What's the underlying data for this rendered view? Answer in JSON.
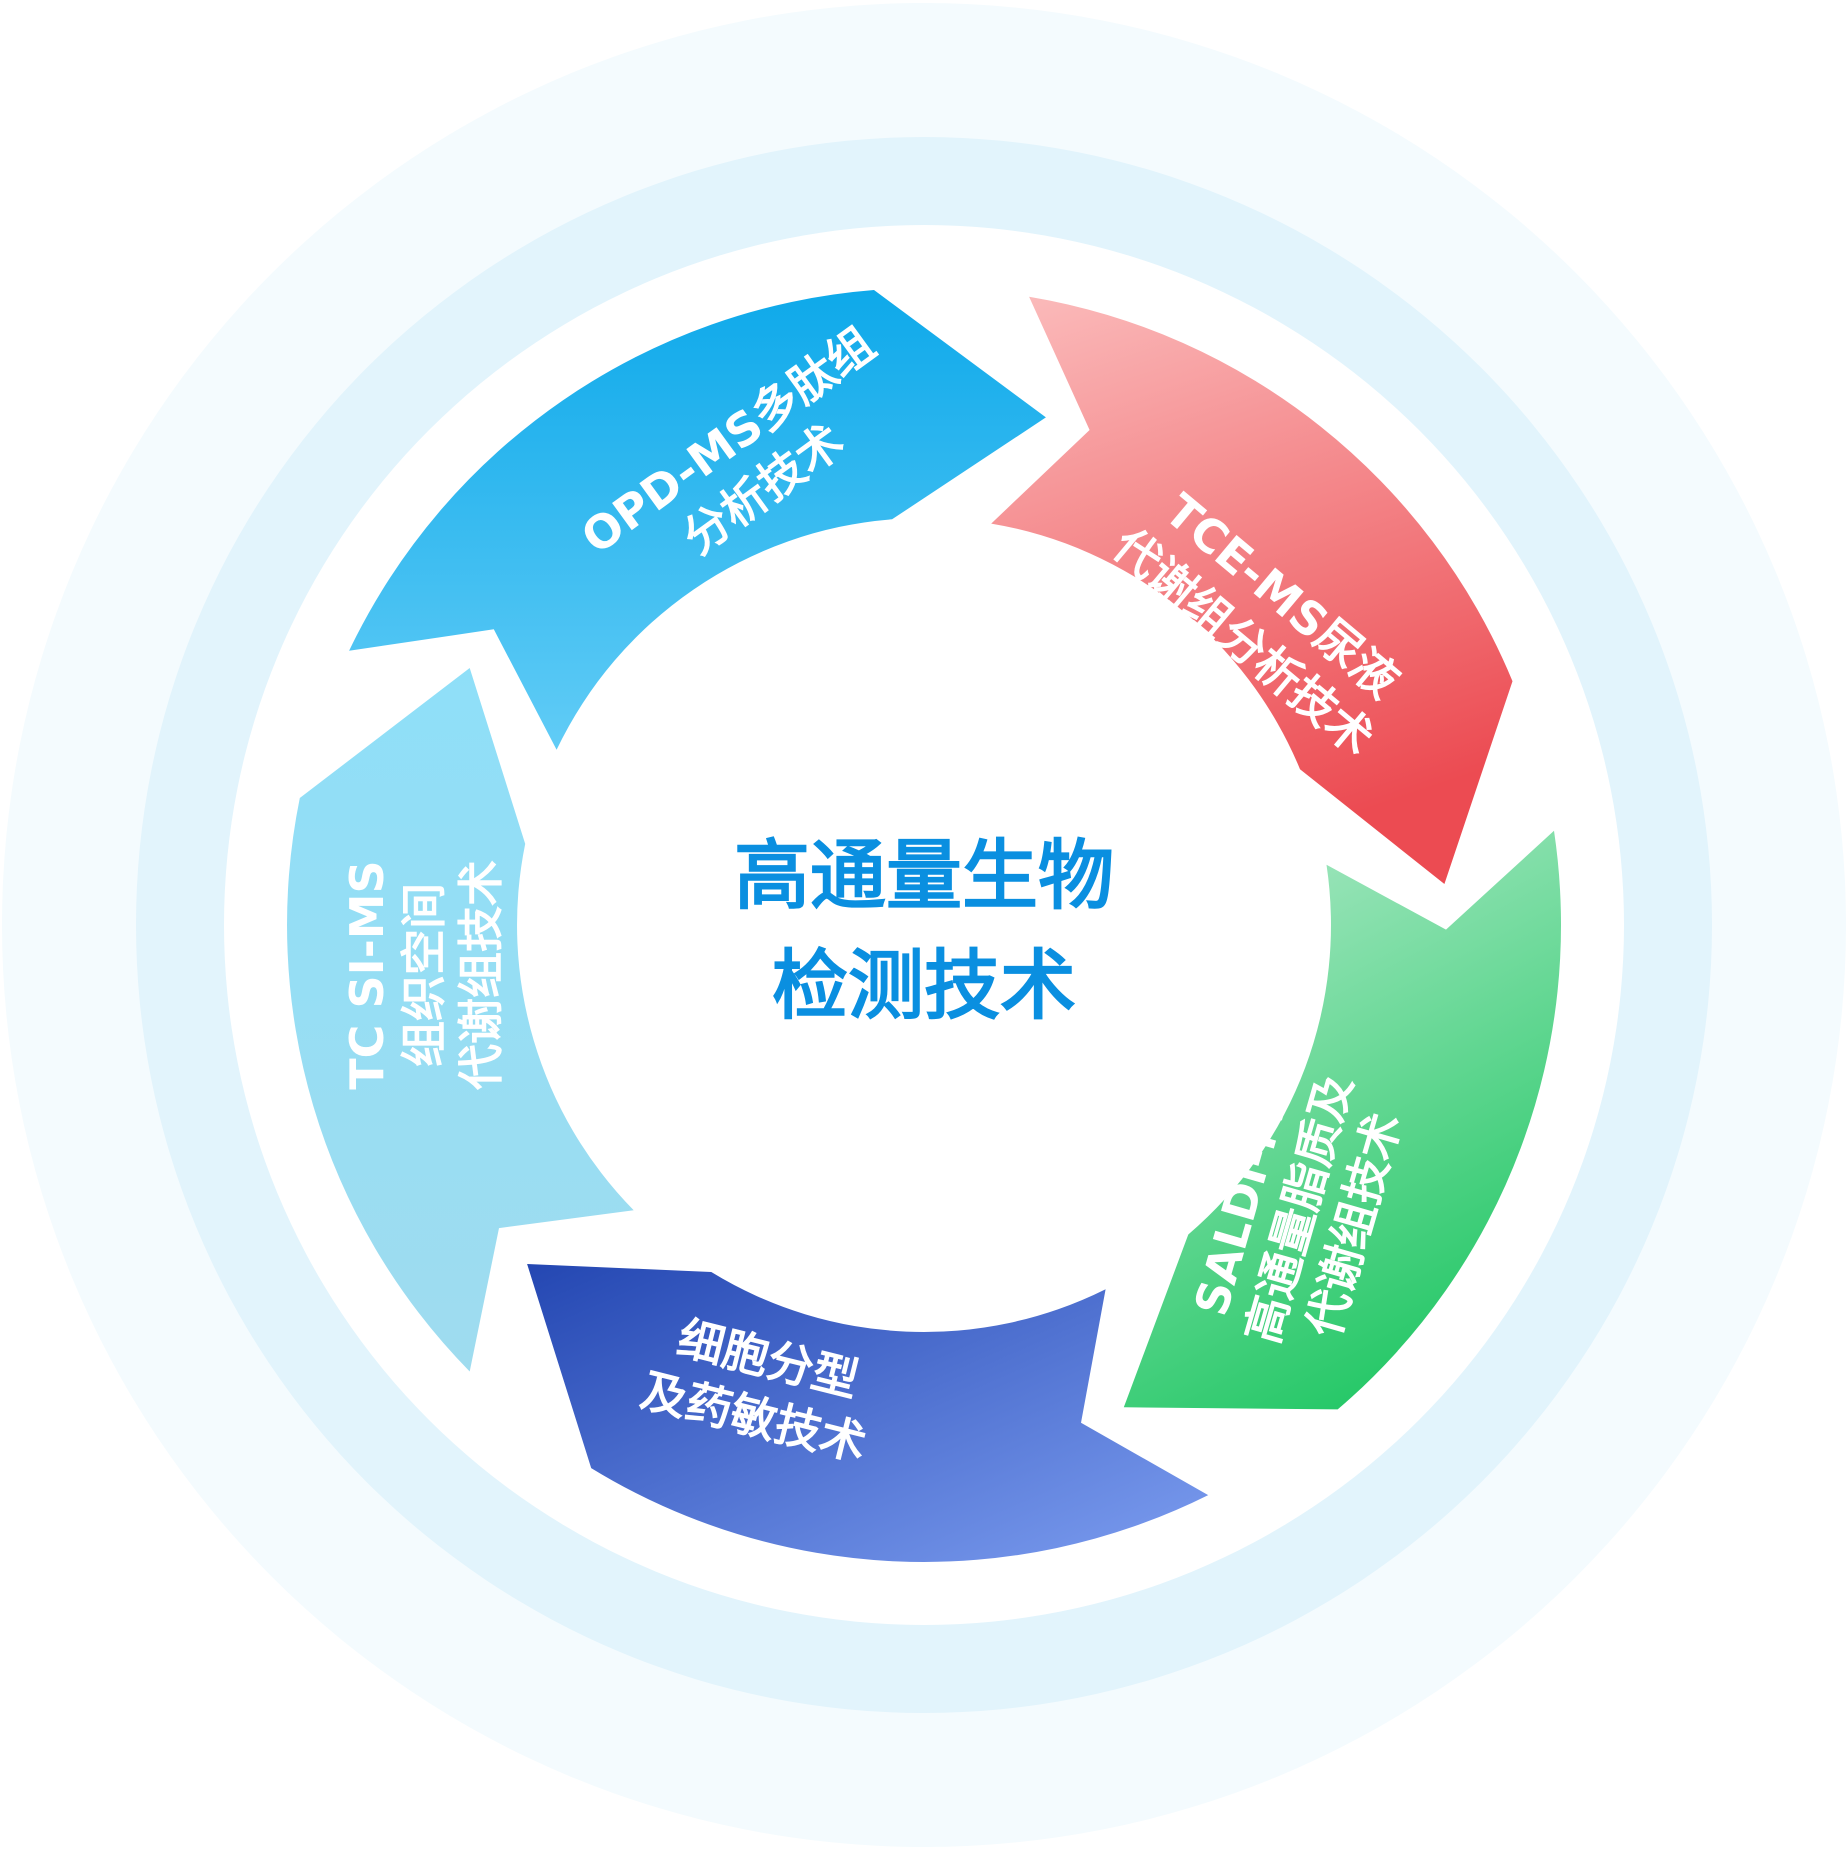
{
  "center": {
    "line1": "高通量生物",
    "line2": "检测技术"
  },
  "segments": [
    {
      "key": "opd",
      "lines": [
        "OPD-MS多肽组",
        "分析技术"
      ],
      "color_start": "#0ea9ea",
      "color_end": "#61ccf6"
    },
    {
      "key": "tce",
      "lines": [
        "TCE-MS尿液",
        "代谢组分析技术"
      ],
      "color_start": "#fbbcbc",
      "color_end": "#ec4b52"
    },
    {
      "key": "saldi",
      "lines": [
        "SALDI-MS",
        "高通量脂质及",
        "代谢组技术"
      ],
      "color_start": "#a9e8c4",
      "color_end": "#22c765"
    },
    {
      "key": "cell",
      "lines": [
        "细胞分型",
        "及药敏技术"
      ],
      "color_start": "#2447b2",
      "color_end": "#7c9df0"
    },
    {
      "key": "tcsi",
      "lines": [
        "TC SI-MS",
        "组织空间",
        "代谢组技术"
      ],
      "color_start": "#8fdff8",
      "color_end": "#9fdcef"
    }
  ],
  "colors": {
    "background_ring_outer": "#f4fbfe",
    "background_ring_mid": "#e2f4fc",
    "inner_disc": "#ffffff",
    "center_text": "#0a8fe0"
  }
}
